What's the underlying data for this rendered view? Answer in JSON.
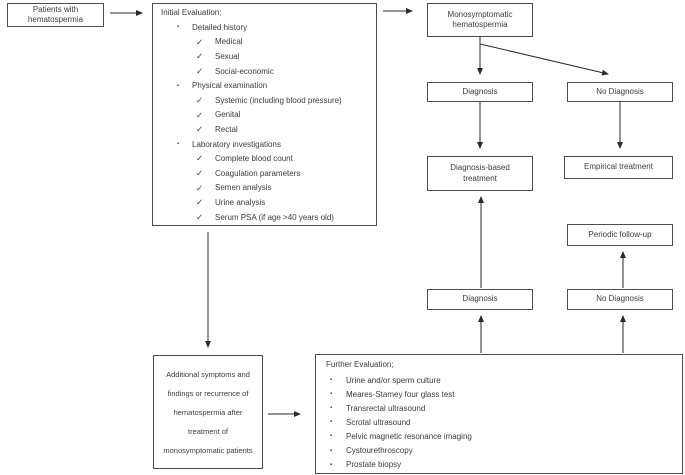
{
  "patients_box": "Patients with\nhematospermia",
  "initial_evaluation": {
    "title": "Initial Evaluation;",
    "items": [
      {
        "lv": 1,
        "m": "▪",
        "t": "Detailed history"
      },
      {
        "lv": 2,
        "m": "✓",
        "t": "Medical"
      },
      {
        "lv": 2,
        "m": "✓",
        "t": "Sexual"
      },
      {
        "lv": 2,
        "m": "✓",
        "t": "Social-economic"
      },
      {
        "lv": 1,
        "m": "▪",
        "t": "Physical examination"
      },
      {
        "lv": 2,
        "m": "✓",
        "t": "Systemic (including blood pressure)"
      },
      {
        "lv": 2,
        "m": "✓",
        "t": "Genital"
      },
      {
        "lv": 2,
        "m": "✓",
        "t": "Rectal"
      },
      {
        "lv": 1,
        "m": "▪",
        "t": "Laboratory investigations"
      },
      {
        "lv": 2,
        "m": "✓",
        "t": "Complete blood count"
      },
      {
        "lv": 2,
        "m": "✓",
        "t": "Coagulation parameters"
      },
      {
        "lv": 2,
        "m": "✓",
        "t": "Semen analysis"
      },
      {
        "lv": 2,
        "m": "✓",
        "t": "Urine analysis"
      },
      {
        "lv": 2,
        "m": "✓",
        "t": "Serum PSA (if age >40 years old)"
      }
    ]
  },
  "monosymptomatic_box": "Monosymptomatic\nhematospermia",
  "diagnosis_top": "Diagnosis",
  "no_diagnosis_top": "No Diagnosis",
  "diagnosis_based_treatment_box": "Diagnosis-based\ntreatment",
  "empirical_treatment_box": "Empirical treatment",
  "periodic_follow_up_box": "Periodic follow-up",
  "diagnosis_bottom": "Diagnosis",
  "no_diagnosis_bottom": "No Diagnosis",
  "additional_symptoms_box": "Additional symptoms and\nfindings or recurrence of\nhematospermia after\ntreatment of\nmonosymptomatic patients",
  "further_evaluation": {
    "title": "Further Evaluation;",
    "items": [
      {
        "lv": 1,
        "m": "▪",
        "t": "Urine and/or sperm culture"
      },
      {
        "lv": 1,
        "m": "▪",
        "t": "Meares-Stamey four glass test"
      },
      {
        "lv": 1,
        "m": "▪",
        "t": "Transrectal ultrasound"
      },
      {
        "lv": 1,
        "m": "▪",
        "t": "Scrotal ultrasound"
      },
      {
        "lv": 1,
        "m": "▪",
        "t": "Pelvic magnetic resonance imaging"
      },
      {
        "lv": 1,
        "m": "▪",
        "t": "Cystourethroscopy"
      },
      {
        "lv": 1,
        "m": "▪",
        "t": "Prostate biopsy"
      }
    ]
  },
  "colors": {
    "line": "#2a2a2a",
    "box_border": "#4d4d4d",
    "text": "#3c3c3c",
    "background": "#ffffff"
  }
}
